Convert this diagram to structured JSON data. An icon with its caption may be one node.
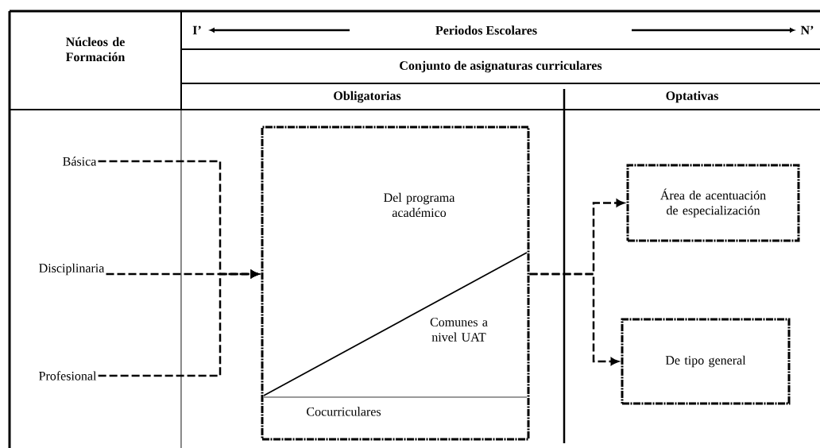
{
  "diagram": {
    "nodes": [
      {
        "text": [
          "Básica"
        ]
      },
      {
        "text": [
          "Disciplinaria"
        ]
      },
      {
        "text": [
          "Profesional"
        ]
      },
      {
        "text": [
          "Del programa académico",
          "Comunes a nivel UAT",
          "Cocurriculares"
        ]
      },
      {
        "text": [
          "Área de acentuación de especialización"
        ]
      },
      {
        "text": [
          "De tipo general"
        ]
      }
    ],
    "edges": [
      {
        "from": 0,
        "to": 3,
        "arrow": "to",
        "style": "dashed"
      },
      {
        "from": 1,
        "to": 3,
        "arrow": "to",
        "style": "dashed"
      },
      {
        "from": 2,
        "to": 3,
        "arrow": "to",
        "style": "dashed"
      },
      {
        "from": 3,
        "to": 4,
        "arrow": "to",
        "style": "dashed"
      },
      {
        "from": 3,
        "to": 5,
        "arrow": "to",
        "style": "dashed"
      }
    ],
    "labels": [
      "Núcleos de Formación",
      "I’",
      "Periodos Escolares",
      "N’",
      "Conjunto de asignaturas curriculares",
      "Obligatorias",
      "Optativas"
    ]
  }
}
